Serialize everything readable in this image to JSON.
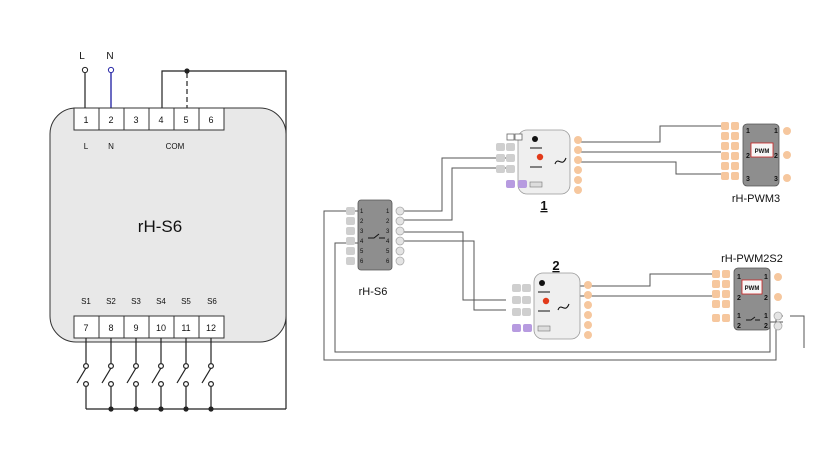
{
  "left": {
    "supply_labels": [
      "L",
      "N"
    ],
    "module_name": "rH-S6",
    "top_terminals": [
      "1",
      "2",
      "3",
      "4",
      "5",
      "6"
    ],
    "top_sub_labels": [
      "L",
      "N",
      "COM"
    ],
    "bottom_sub_labels": [
      "S1",
      "S2",
      "S3",
      "S4",
      "S5",
      "S6"
    ],
    "bottom_terminals": [
      "7",
      "8",
      "9",
      "10",
      "11",
      "12"
    ]
  },
  "right": {
    "input_module": "rH-S6",
    "input_pins": [
      "1",
      "2",
      "3",
      "4",
      "5",
      "6"
    ],
    "controller1_number": "1",
    "controller2_number": "2",
    "pwm3_name": "rH-PWM3",
    "pwm3_pins": [
      "1",
      "2",
      "3"
    ],
    "pwm2s2_name": "rH-PWM2S2",
    "pwm2s2_pins": [
      "1",
      "2",
      "1",
      "2"
    ],
    "pwm_logo": "PWM"
  },
  "colors": {
    "wire": "#222222",
    "neutral_wire": "#2b2ba8",
    "module_fill": "#e8e8e8",
    "pin_orange": "#f6c79e",
    "pin_gray": "#cfcfcf",
    "pin_purple": "#b79be0",
    "indicator_red": "#e23a1a"
  }
}
